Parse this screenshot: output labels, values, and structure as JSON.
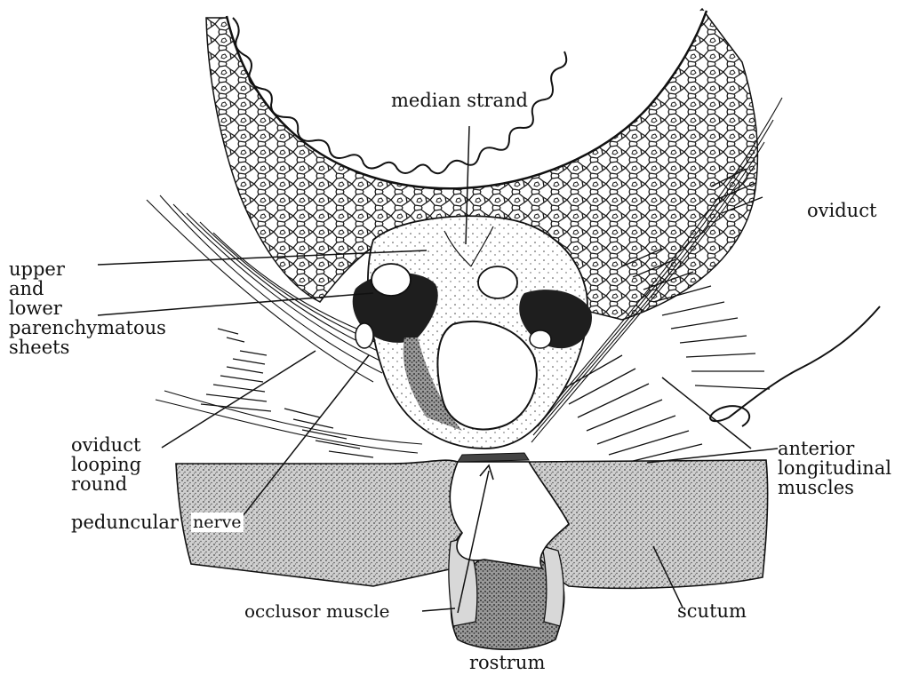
{
  "labels": {
    "median_strand": "median strand",
    "oviduct": "oviduct",
    "parenchymatous": [
      "upper",
      "and",
      "lower",
      "parenchymatous",
      "sheets"
    ],
    "oviduct_looping": [
      "oviduct",
      "looping",
      "round"
    ],
    "peduncular": "peduncular",
    "nerve": "nerve",
    "anterior_longitudinal": [
      "anterior",
      "longitudinal",
      "muscles"
    ],
    "occlusor_muscle": "occlusor muscle",
    "scutum": "scutum",
    "rostrum": "rostrum"
  },
  "colors": {
    "ink": "#111111",
    "scutum_fill": "#c8c8c8",
    "rostrum_fill": "#9a9a9a",
    "dark_sheet": "#1e1e1e",
    "paper": "#ffffff"
  }
}
